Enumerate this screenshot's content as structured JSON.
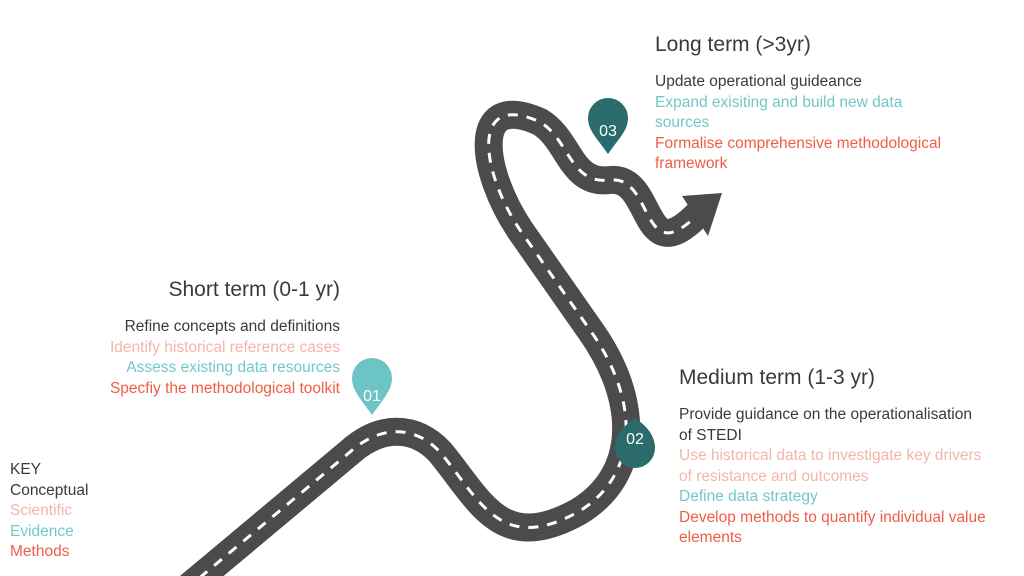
{
  "colors": {
    "road": "#4b4b4b",
    "lane": "#ffffff",
    "conceptual": "#3a3a3a",
    "scientific": "#f4b5a9",
    "evidence": "#74c7c8",
    "methods": "#ef5d46",
    "pin_light": "#6cc4c6",
    "pin_dark": "#2b6b6b"
  },
  "short_term": {
    "title": "Short term (0-1 yr)",
    "items": [
      {
        "text": "Refine concepts and definitions",
        "category": "conceptual"
      },
      {
        "text": "Identify historical reference cases",
        "category": "scientific"
      },
      {
        "text": "Assess existing data resources",
        "category": "evidence"
      },
      {
        "text": "Specfiy the methodological toolkit",
        "category": "methods"
      }
    ]
  },
  "medium_term": {
    "title": "Medium term (1-3 yr)",
    "items": [
      {
        "text": "Provide guidance on the operationalisation of STEDI",
        "category": "conceptual"
      },
      {
        "text": "Use historical data to investigate key drivers of resistance and outcomes",
        "category": "scientific"
      },
      {
        "text": "Define data strategy",
        "category": "evidence"
      },
      {
        "text": "Develop methods to quantify individual value elements",
        "category": "methods"
      }
    ]
  },
  "long_term": {
    "title": "Long term (>3yr)",
    "items": [
      {
        "text": "Update operational guideance",
        "category": "conceptual"
      },
      {
        "text": "Expand exisiting and build new data sources",
        "category": "evidence"
      },
      {
        "text": "Formalise comprehensive methodological framework",
        "category": "methods"
      }
    ]
  },
  "markers": {
    "m01": "01",
    "m02": "02",
    "m03": "03"
  },
  "key": {
    "title": "KEY",
    "conceptual": "Conceptual",
    "scientific": "Scientific",
    "evidence": "Evidence",
    "methods": "Methods"
  }
}
